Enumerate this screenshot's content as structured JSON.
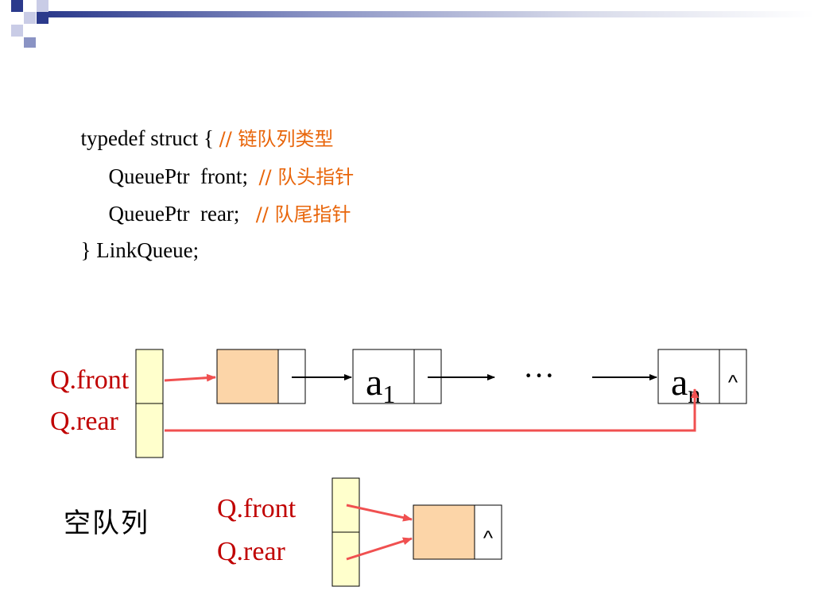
{
  "code": {
    "line1": {
      "text": "typedef struct { ",
      "comment": "// 链队列类型"
    },
    "line2": {
      "text": "    QueuePtr  front;  ",
      "comment": "// 队头指针"
    },
    "line3": {
      "text": "    QueuePtr  rear;   ",
      "comment": "// 队尾指针"
    },
    "line4": {
      "text": "} LinkQueue;"
    }
  },
  "diagram1": {
    "front_label": "Q.front",
    "rear_label": "Q.rear",
    "node_a1": "a",
    "node_a1_sub": "1",
    "ellipsis": "···",
    "node_an": "a",
    "node_an_sub": "n",
    "null_symbol": "^"
  },
  "diagram2": {
    "title": "空队列",
    "front_label": "Q.front",
    "rear_label": "Q.rear",
    "null_symbol": "^"
  },
  "colors": {
    "pointer_box": "#ffffcc",
    "head_node": "#fcd5a8",
    "arrow_red": "#f05050",
    "label_red": "#c00000",
    "comment_orange": "#e8650a"
  }
}
